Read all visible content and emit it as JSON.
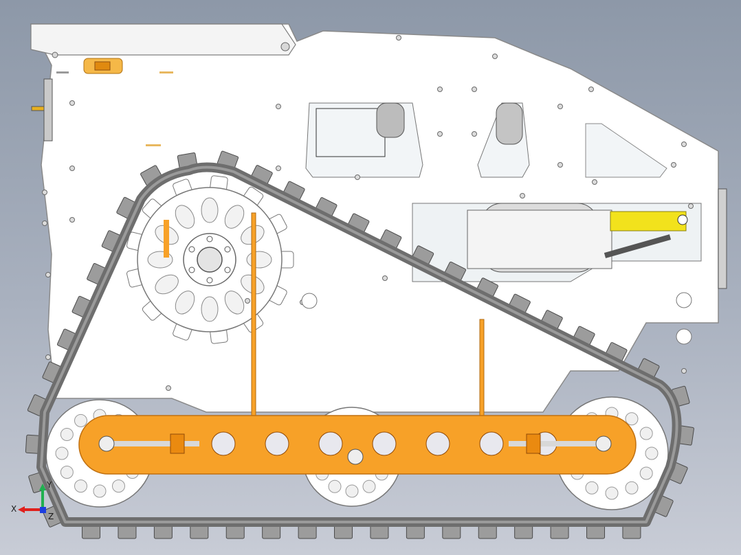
{
  "view": {
    "type": "CAD side elevation",
    "colors": {
      "background_top": "#8d98a8",
      "background_bottom": "#c8ccd6",
      "chassis_fill": "#ffffff",
      "chassis_stroke": "#8a8a8a",
      "track_belt": "#707070",
      "track_lugs": "#9a9a9a",
      "tensioner_bar": "#f7a128",
      "actuator_rod": "#f2e21c"
    }
  },
  "triad": {
    "x_label": "X",
    "y_label": "Y",
    "z_label": "Z",
    "colors": {
      "x": "#e0201c",
      "y": "#20b050",
      "z": "#1c3ee0"
    }
  },
  "parts": {
    "drive_sprocket_teeth": 13,
    "tensioner_holes": 7,
    "track_lug_count": 46,
    "road_wheels": 3
  }
}
